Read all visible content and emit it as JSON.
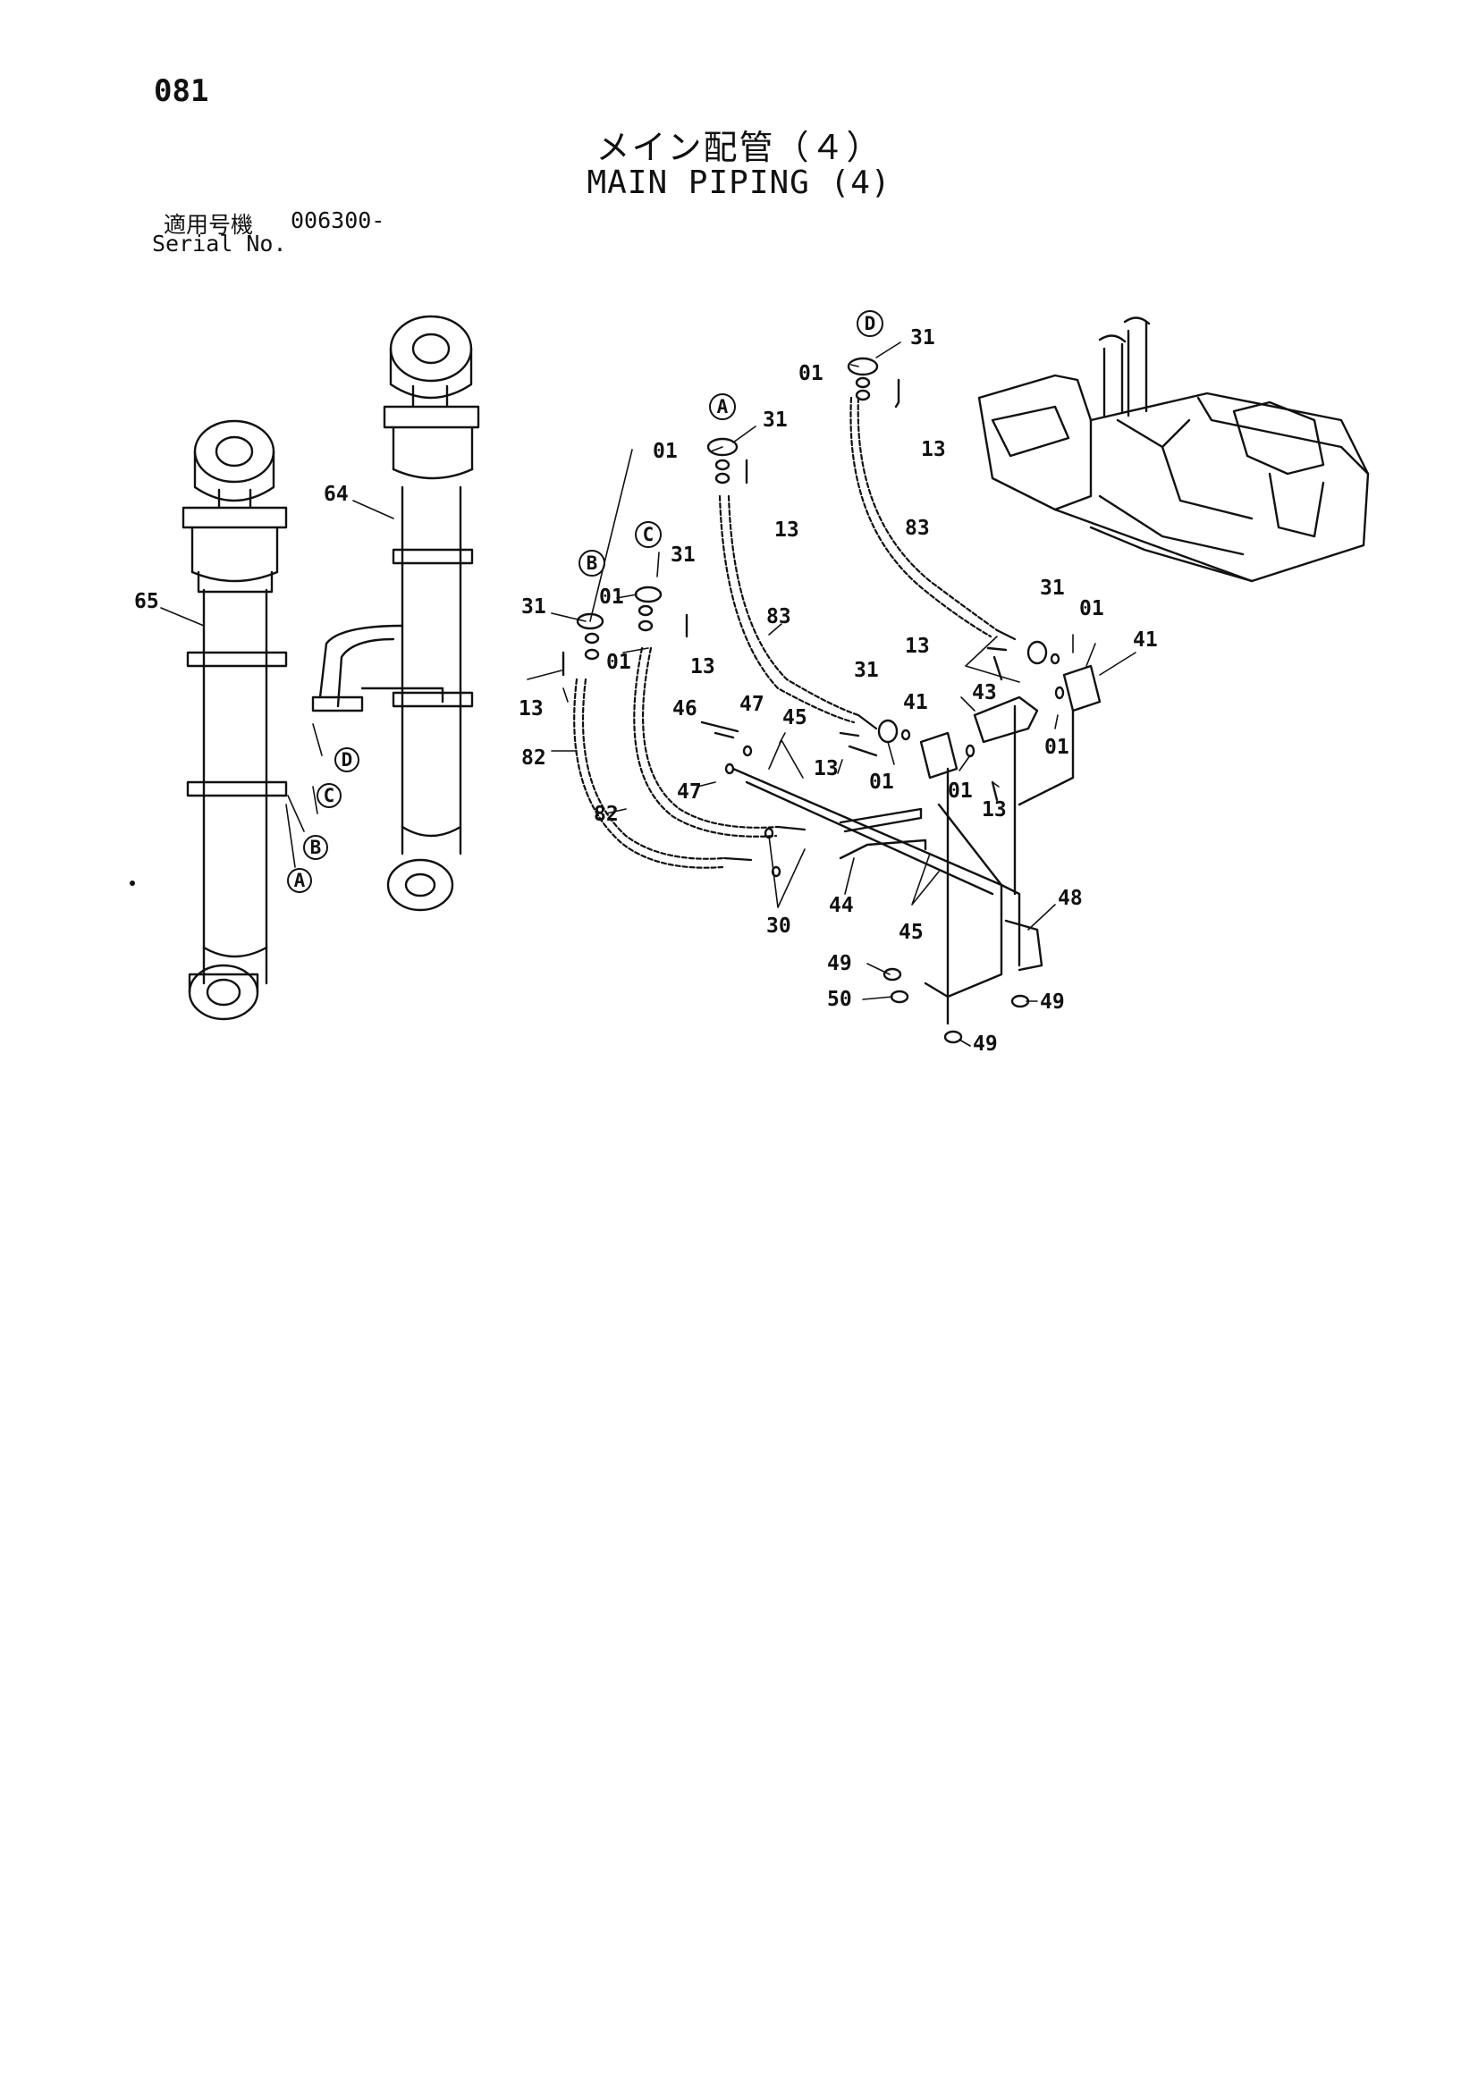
{
  "header": {
    "page_number": "081",
    "title_jp": "メイン配管（４）",
    "title_en": "MAIN PIPING (4)",
    "serial_label_jp": "適用号機",
    "serial_value": "006300-",
    "serial_label_en": "Serial No."
  },
  "callouts": {
    "p64": "64",
    "p65": "65",
    "p01a": "01",
    "p31a": "31",
    "p13a": "13",
    "p01d": "01",
    "p31d": "31",
    "p13d": "13",
    "p83a": "83",
    "p83b": "83",
    "p31b": "31",
    "p01b1": "01",
    "p01b2": "01",
    "p13b": "13",
    "p31c": "31",
    "p13c": "13",
    "p82a": "82",
    "p82b": "82",
    "p46": "46",
    "p47a": "47",
    "p47b": "47",
    "p45a": "45",
    "p45b": "45",
    "p13e": "13",
    "p31e": "31",
    "p41a": "41",
    "p01e": "01",
    "p13f": "13",
    "p31f": "31",
    "p01f": "01",
    "p41b": "41",
    "p43": "43",
    "p01g": "01",
    "p01h": "01",
    "p13g": "13",
    "p44": "44",
    "p30": "30",
    "p48": "48",
    "p49a": "49",
    "p49b": "49",
    "p49c": "49",
    "p50": "50"
  },
  "letters": {
    "A": "A",
    "B": "B",
    "C": "C",
    "D": "D"
  }
}
